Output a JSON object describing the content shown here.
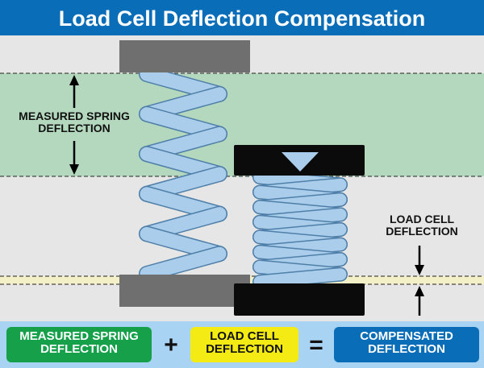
{
  "title": "Load Cell Deflection Compensation",
  "labels": {
    "measured_spring_deflection": "MEASURED SPRING DEFLECTION",
    "load_cell_deflection": "LOAD CELL DEFLECTION"
  },
  "equation": {
    "term1": "MEASURED SPRING DEFLECTION",
    "op1": "+",
    "term2": "LOAD CELL DEFLECTION",
    "op2": "=",
    "result": "COMPENSATED DEFLECTION"
  },
  "colors": {
    "title_bar": "#0a6db8",
    "background": "#e6e6e6",
    "spring_band": "#b4d8bd",
    "load_cell_band": "#f3efc6",
    "spring_fill": "#a9cdea",
    "spring_stroke": "#4f7fa9",
    "fixed_plate": "#6f6f6f",
    "load_cell_plate": "#0b0b0b",
    "measured_box": "#16a04a",
    "load_cell_box": "#f5eb14",
    "compensated_box": "#0a6db8",
    "equation_band": "#a9d3f2"
  }
}
